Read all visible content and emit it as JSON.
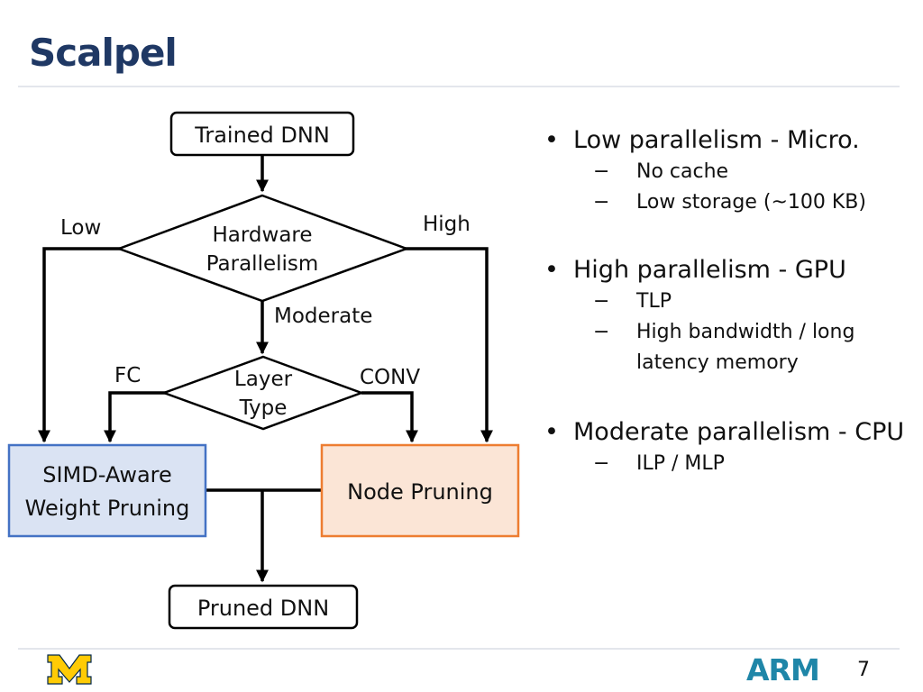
{
  "slide": {
    "title": "Scalpel",
    "page_number": "7",
    "logo_left": "M",
    "logo_right": "ARM"
  },
  "flowchart": {
    "start": "Trained DNN",
    "decision1": [
      "Hardware",
      "Parallelism"
    ],
    "low": "Low",
    "high": "High",
    "moderate": "Moderate",
    "decision2": [
      "Layer",
      "Type"
    ],
    "fc": "FC",
    "conv": "CONV",
    "simd": [
      "SIMD-Aware",
      "Weight Pruning"
    ],
    "node": "Node Pruning",
    "end": "Pruned DNN"
  },
  "bullets": [
    {
      "text": "Low parallelism - Micro.",
      "subs": [
        "No cache",
        "Low storage (~100 KB)"
      ]
    },
    {
      "text": "High parallelism - GPU",
      "subs": [
        "TLP",
        "High bandwidth / long latency memory"
      ]
    },
    {
      "text": "Moderate parallelism - CPU",
      "subs": [
        "ILP / MLP"
      ]
    }
  ],
  "sub_marker": "−",
  "colors": {
    "title": "#1f3864",
    "simd_fill": "#dae3f3",
    "simd_stroke": "#4472c4",
    "node_fill": "#fbe5d6",
    "node_stroke": "#ed7d31",
    "arm": "#1f86a8",
    "m_gold": "#ffcb05"
  }
}
